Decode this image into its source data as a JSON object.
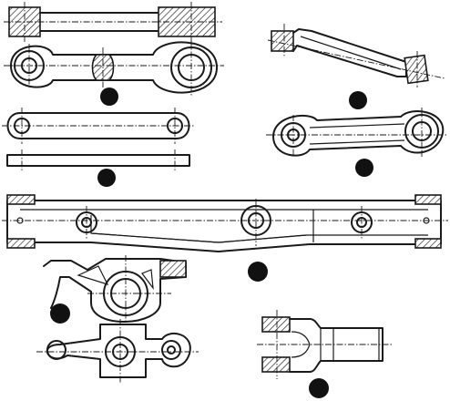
{
  "sheet": {
    "background": "#ffffff",
    "ink": "#1a1a1a",
    "marker_color": "#111111",
    "figures": [
      {
        "id": "figure-1",
        "marker": "black-dot",
        "subject": "connecting-rod-front-and-top-views"
      },
      {
        "id": "figure-2",
        "marker": "black-dot",
        "subject": "angled-rod-section"
      },
      {
        "id": "figure-3",
        "marker": "black-dot",
        "subject": "flat-link-plan-and-edge-views"
      },
      {
        "id": "figure-4",
        "marker": "black-dot",
        "subject": "tapered-lever"
      },
      {
        "id": "figure-5",
        "marker": "black-dot",
        "subject": "long-beam-with-three-bosses"
      },
      {
        "id": "figure-6",
        "marker": "black-dot",
        "subject": "bracket-lever-with-boss"
      },
      {
        "id": "figure-7",
        "marker": "black-dot",
        "subject": "forked-end-section"
      }
    ]
  }
}
